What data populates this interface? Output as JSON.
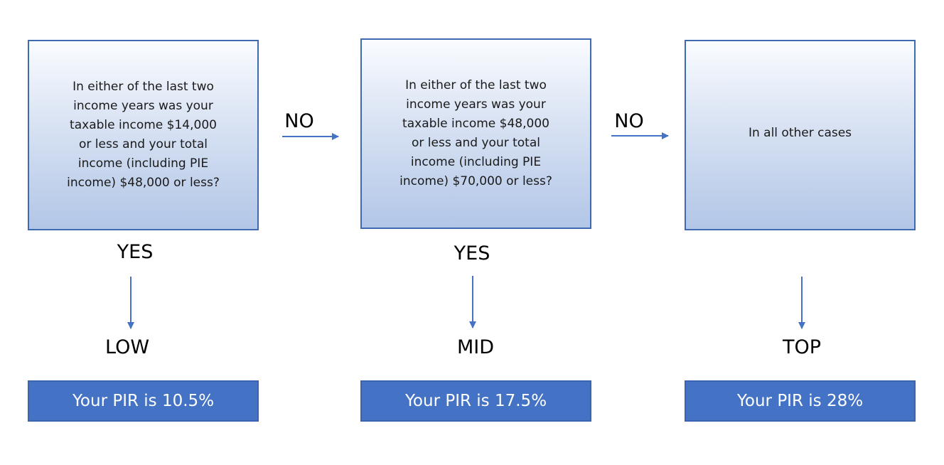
{
  "questions": [
    {
      "text": "In either of the last two\nincome years was your\ntaxable income $14,000\nor less and your total\nincome (including PIE\nincome) $48,000 or less?"
    },
    {
      "text": "In either of the last two\nincome years was your\ntaxable income $48,000\nor less and your total\nincome (including PIE\nincome) $70,000 or less?"
    },
    {
      "text": "In all other cases"
    }
  ],
  "connectors": {
    "no_1": "NO",
    "no_2": "NO",
    "yes_1": "YES",
    "yes_2": "YES"
  },
  "brackets": [
    {
      "name": "LOW",
      "result": "Your PIR is 10.5%"
    },
    {
      "name": "MID",
      "result": "Your PIR is 17.5%"
    },
    {
      "name": "TOP",
      "result": "Your PIR is 28%"
    }
  ],
  "colors": {
    "accent": "#4472c4",
    "box_border": "#3f69b0"
  }
}
